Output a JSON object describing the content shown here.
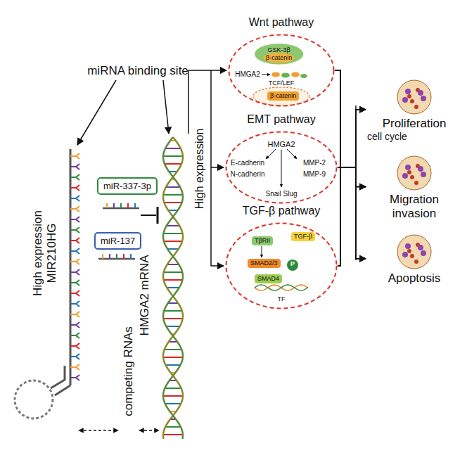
{
  "diagram": {
    "nodes": [
      {
        "text": [
          "miR-337-3p"
        ]
      },
      {
        "text": [
          "miR-137"
        ]
      },
      {
        "text": [
          "Wnt pathway"
        ]
      },
      {
        "text": [
          "GSK-3β",
          "β-catenin"
        ],
        "in": 2
      },
      {
        "text": [
          "β-catenin"
        ],
        "in": 2
      },
      {
        "text": [
          "EMT pathway"
        ]
      },
      {
        "text": [
          "TGF-β pathway"
        ]
      },
      {
        "text": [
          "TβRII"
        ],
        "in": 6
      },
      {
        "text": [
          "TGF-β"
        ],
        "in": 6
      },
      {
        "text": [
          "SMAD2/3"
        ],
        "in": 6
      },
      {
        "text": [
          "P"
        ],
        "in": 6
      },
      {
        "text": [
          "SMAD4"
        ],
        "in": 6
      },
      {
        "text": [
          "Proliferation",
          "cell cycle"
        ]
      },
      {
        "text": [
          "Migration invasion"
        ]
      },
      {
        "text": [
          "Apoptosis"
        ]
      }
    ],
    "edges": [
      {
        "from": 2,
        "to": 12,
        "arrow": "to"
      },
      {
        "from": 2,
        "to": 13,
        "arrow": "to"
      },
      {
        "from": 2,
        "to": 14,
        "arrow": "to"
      },
      {
        "from": 5,
        "to": 12,
        "arrow": "to"
      },
      {
        "from": 5,
        "to": 13,
        "arrow": "to"
      },
      {
        "from": 5,
        "to": 14,
        "arrow": "to"
      },
      {
        "from": 6,
        "to": 12,
        "arrow": "to"
      },
      {
        "from": 6,
        "to": 13,
        "arrow": "to"
      },
      {
        "from": 6,
        "to": 14,
        "arrow": "to"
      }
    ],
    "labels": [
      "miRNA binding site",
      "High expression MIR210HG",
      "HMGA2 mRNA",
      "competing RNAs",
      "High expression",
      "HMGA2",
      "TCF/LEF",
      "HMGA2",
      "E-cadherin",
      "N-cadherin",
      "MMP-2",
      "MMP-9",
      "Snail Slug",
      "TF"
    ]
  }
}
